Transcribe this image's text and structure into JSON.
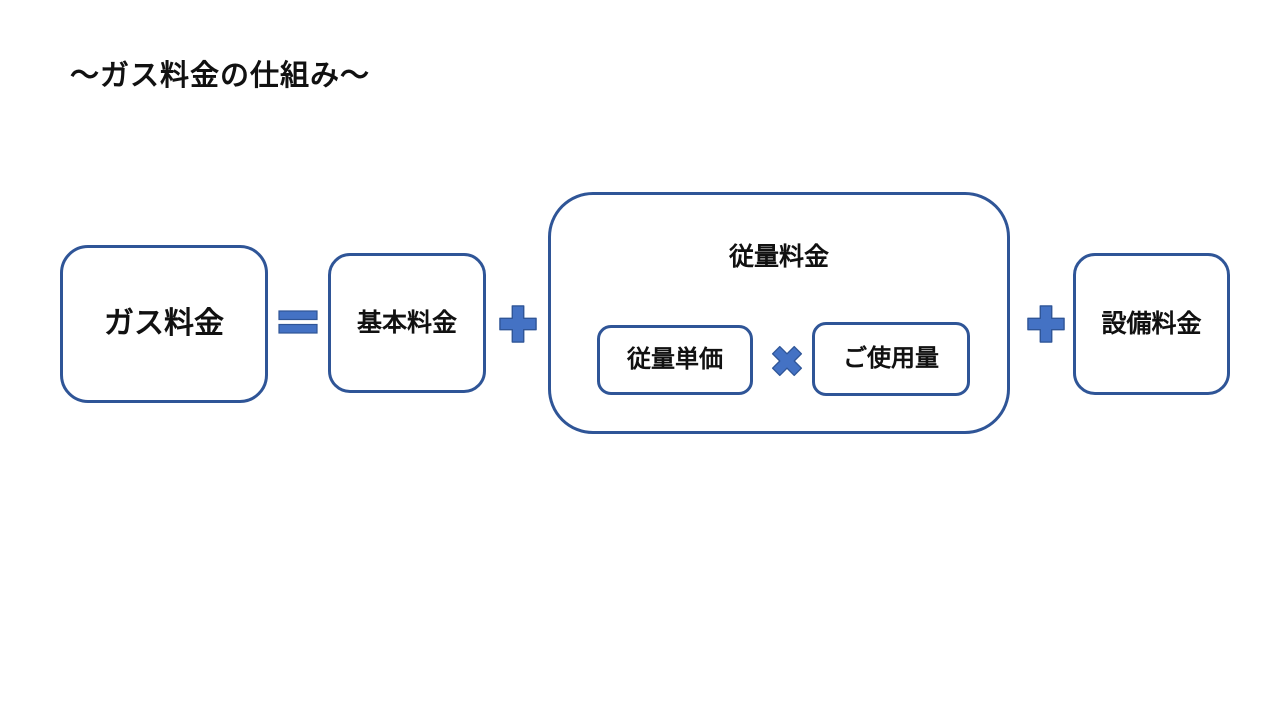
{
  "slide": {
    "title": "～ガス料金の仕組み～"
  },
  "formula": {
    "gas_box_label": "ガス料金",
    "equals_operator": "=",
    "basic_box_label": "基本料金",
    "plus_operator_1": "+",
    "volume_group": {
      "title": "従量料金",
      "unit_price_box_label": "従量単価",
      "multiply_operator": "×",
      "usage_box_label": "ご使用量"
    },
    "plus_operator_2": "+",
    "equipment_box_label": "設備料金"
  },
  "colors": {
    "box_border": "#2f5597",
    "operator_fill": "#4472c4",
    "operator_stroke": "#2f5597",
    "text": "#111111",
    "background": "#ffffff"
  }
}
